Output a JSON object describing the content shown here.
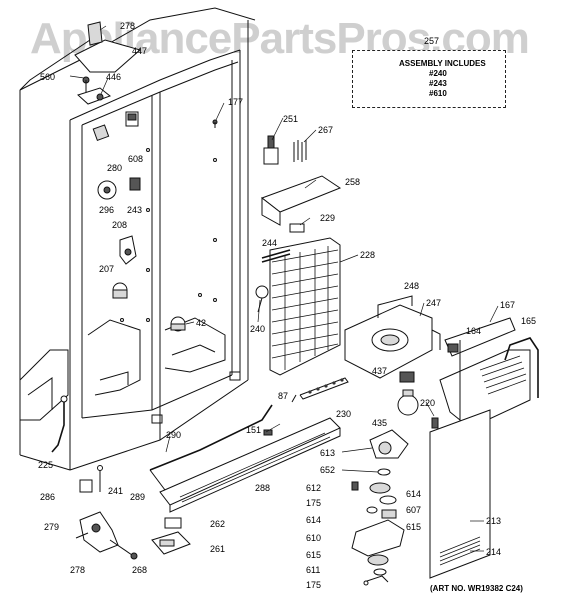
{
  "watermark": "AppliancePartsPros.com",
  "assembly_box": {
    "ref": "257",
    "title": "ASSEMBLY INCLUDES",
    "items": [
      "#240",
      "#243",
      "#610"
    ]
  },
  "art_no": "(ART NO. WR19382 C24)",
  "callouts": [
    "278",
    "447",
    "560",
    "446",
    "177",
    "251",
    "267",
    "280",
    "608",
    "296",
    "243",
    "258",
    "229",
    "208",
    "244",
    "228",
    "207",
    "248",
    "167",
    "165",
    "247",
    "42",
    "240",
    "164",
    "437",
    "220",
    "87",
    "230",
    "435",
    "151",
    "290",
    "613",
    "652",
    "225",
    "241",
    "612",
    "614",
    "175",
    "288",
    "286",
    "289",
    "607",
    "614",
    "615",
    "262",
    "279",
    "610",
    "213",
    "261",
    "615",
    "278",
    "268",
    "611",
    "214",
    "175"
  ]
}
